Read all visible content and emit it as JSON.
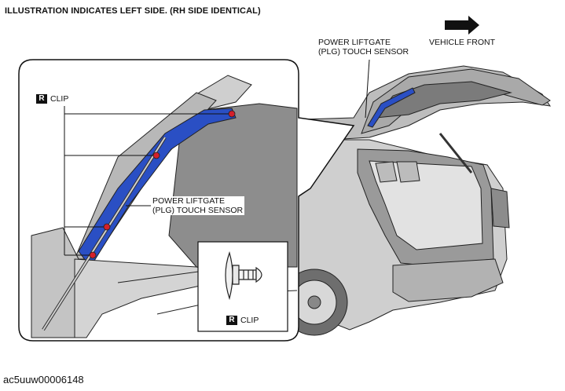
{
  "header": {
    "note": "ILLUSTRATION INDICATES LEFT SIDE. (RH SIDE IDENTICAL)"
  },
  "labels": {
    "sensor_top_line1": "POWER LIFTGATE",
    "sensor_top_line2": "(PLG) TOUCH SENSOR",
    "vehicle_front": "VEHICLE FRONT",
    "sensor_detail_line1": "POWER LIFTGATE",
    "sensor_detail_line2": "(PLG) TOUCH SENSOR",
    "clip_label": "CLIP",
    "clip_r_mark": "R",
    "clip_inset_label": "CLIP",
    "clip_inset_r_mark": "R"
  },
  "figure_id": "ac5uuw00006148",
  "icons": [
    "arrow-right-icon"
  ],
  "colors": {
    "sensor": "#2a4fc4",
    "clip": "#d4202a",
    "body": "#c8c8c8",
    "outline": "#222222"
  }
}
